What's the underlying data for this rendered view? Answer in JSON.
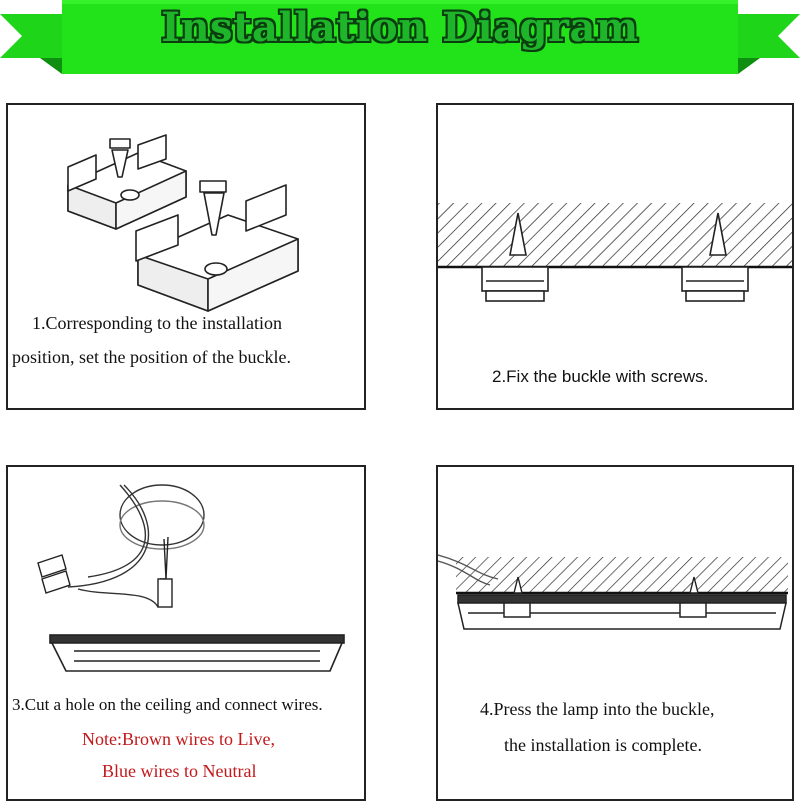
{
  "banner": {
    "title": "Installation Diagram",
    "ribbon_color": "#22e21a",
    "ribbon_dark_color": "#109d10",
    "title_color": "#1fb52b"
  },
  "steps": [
    {
      "line1": "1.Corresponding to the installation",
      "line2": "position, set the position of the buckle."
    },
    {
      "line1": "2.Fix the buckle with screws."
    },
    {
      "line1": "3.Cut a hole on the ceiling and connect wires.",
      "note_line1": "Note:Brown wires to Live,",
      "note_line2": "Blue wires to Neutral"
    },
    {
      "line1": "4.Press the lamp into the buckle,",
      "line2": "the installation is complete."
    }
  ],
  "colors": {
    "note_red": "#c2181b",
    "border": "#222222"
  }
}
